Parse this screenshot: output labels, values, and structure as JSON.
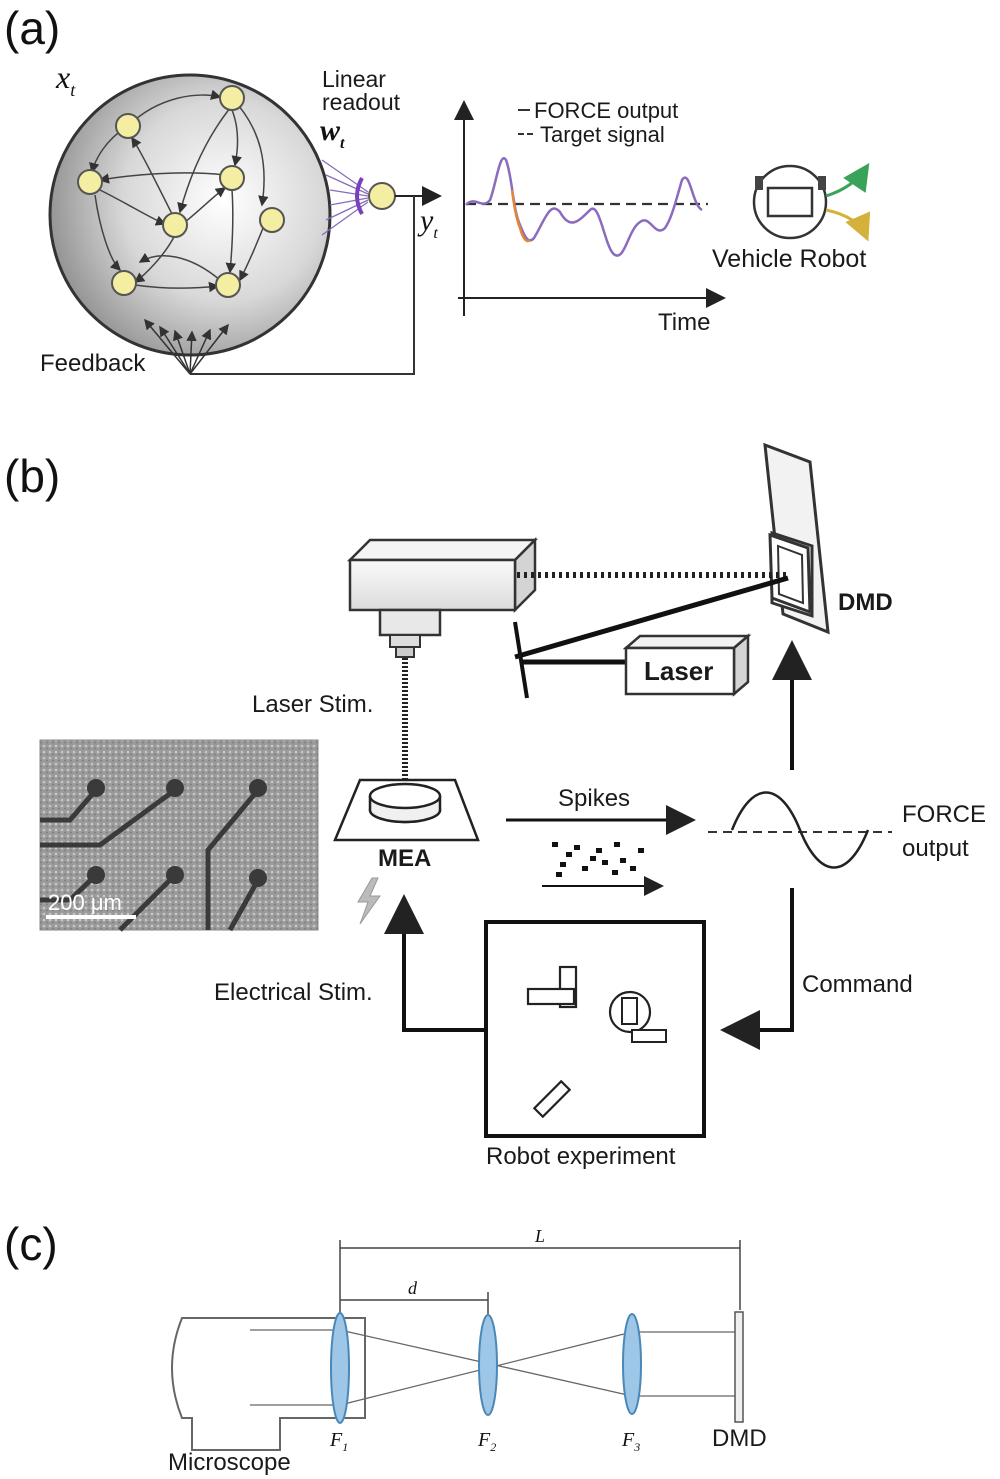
{
  "panel_a": {
    "label": "(a)",
    "state_symbol": "x",
    "state_subscript": "t",
    "readout_line1": "Linear",
    "readout_line2": "readout",
    "weight_symbol": "w",
    "weight_subscript": "t",
    "output_symbol": "y",
    "output_subscript": "t",
    "feedback_label": "Feedback",
    "legend_force": "FORCE output",
    "legend_target": "Target signal",
    "time_label": "Time",
    "robot_label": "Vehicle Robot",
    "colors": {
      "node_fill": "#f4eea3",
      "force_line": "#8a6bbd",
      "target_line": "#333333",
      "arrow_green": "#3aa35a",
      "arrow_yellow": "#d4b13a"
    }
  },
  "panel_b": {
    "label": "(b)",
    "dmd_label": "DMD",
    "laser_label": "Laser",
    "laser_stim_label": "Laser Stim.",
    "mea_label": "MEA",
    "spikes_label": "Spikes",
    "force_line1": "FORCE",
    "force_line2": "output",
    "command_label": "Command",
    "electrical_stim_label": "Electrical Stim.",
    "robot_exp_label": "Robot experiment",
    "scale_bar_label": "200 μm"
  },
  "panel_c": {
    "label": "(c)",
    "distance_L": "L",
    "distance_d": "d",
    "lens_labels": [
      "F",
      "F",
      "F"
    ],
    "lens_subscripts": [
      "1",
      "2",
      "3"
    ],
    "dmd_label": "DMD",
    "microscope_label": "Microscope",
    "colors": {
      "lens": "#9ec6e6",
      "lens_edge": "#4a88b8"
    }
  }
}
